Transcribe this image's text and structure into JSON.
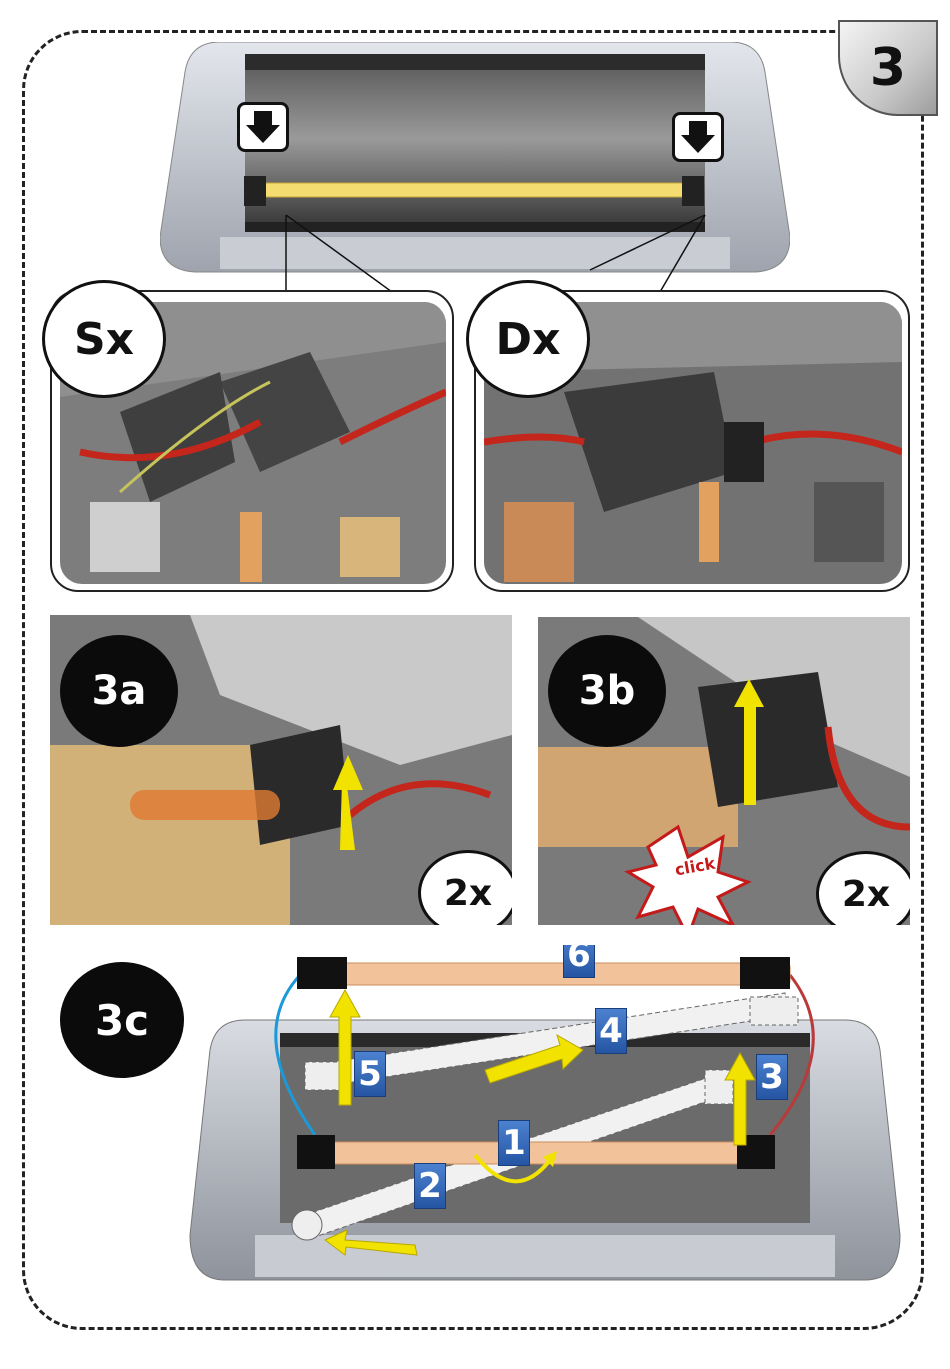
{
  "step_number": "3",
  "callouts": {
    "left_label": "Sx",
    "right_label": "Dx"
  },
  "details": {
    "a_label": "3a",
    "a_count": "2x",
    "b_label": "3b",
    "b_count": "2x",
    "b_click": "click"
  },
  "sequence": {
    "label": "3c",
    "steps": [
      "1",
      "2",
      "3",
      "4",
      "5",
      "6"
    ]
  },
  "colors": {
    "arrow_yellow": "#f2e200",
    "cable_blue": "#1a9ad8",
    "cable_red": "#b83a3a",
    "tag_blue": "#2f63b3",
    "lamp_orange": "#f2c39a"
  },
  "icons": [
    "down-arrow-icon",
    "down-arrow-icon"
  ]
}
